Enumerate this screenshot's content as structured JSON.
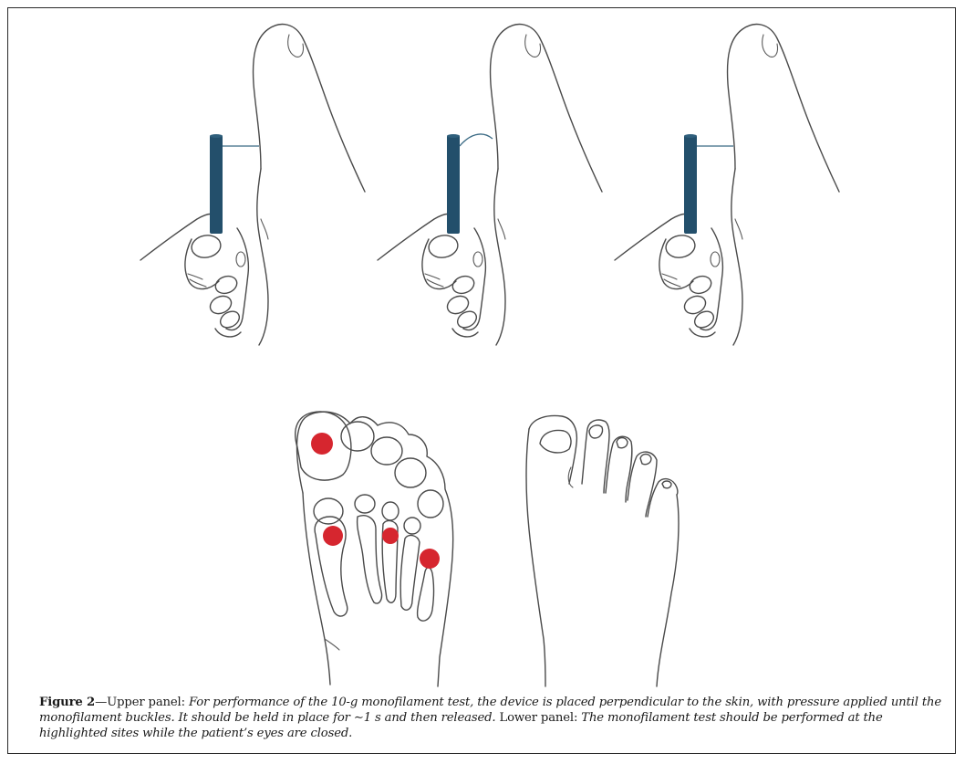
{
  "figure": {
    "label": "Figure 2",
    "dash": "—",
    "upper_heading": "Upper panel:",
    "upper_text": " For performance of the 10-g monofilament test, the device is placed perpendicular to the skin, with pressure applied until the monofilament buckles. It should be held in place for ∼1 s and then released.",
    "lower_heading": " Lower panel:",
    "lower_text": " The monofilament test should be performed at the highlighted sites while the patient’s eyes are closed."
  },
  "colors": {
    "device": "#234f6b",
    "test_site": "#d6262f",
    "line_art": "#4a4a4a"
  },
  "upper_panel": {
    "illustrations": [
      {
        "name": "monofilament-approach",
        "state": "filament straight"
      },
      {
        "name": "monofilament-buckled",
        "state": "filament buckled"
      },
      {
        "name": "monofilament-released",
        "state": "filament straight"
      }
    ]
  },
  "lower_panel": {
    "plantar_view": {
      "highlighted_sites": 4
    },
    "dorsal_view": {
      "highlighted_sites": 0
    }
  }
}
